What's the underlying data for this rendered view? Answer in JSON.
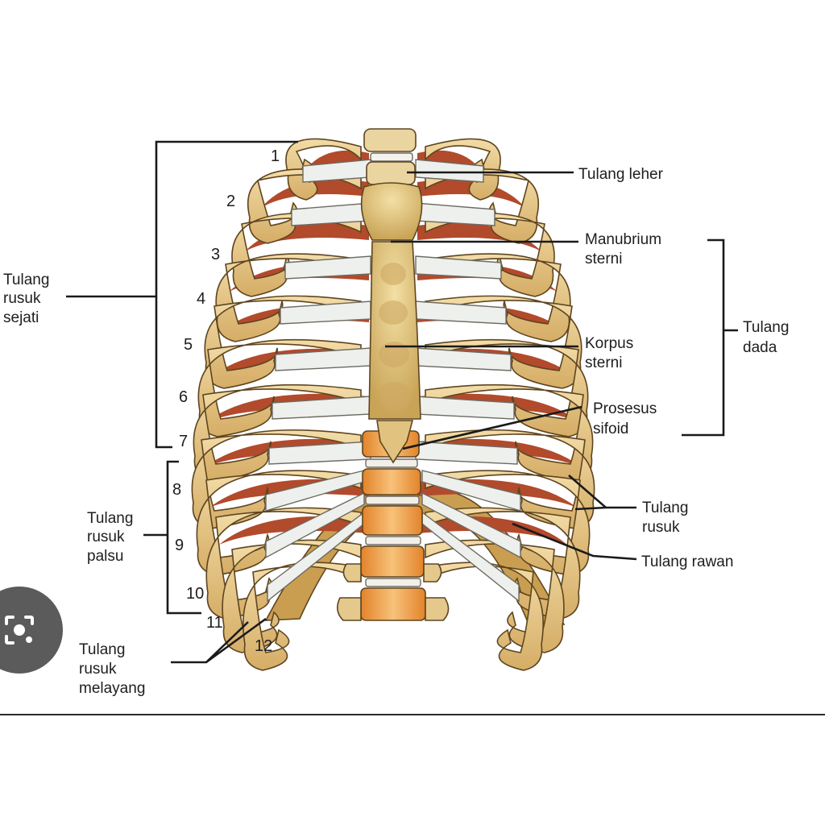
{
  "labels": {
    "tulang_leher": "Tulang leher",
    "manubrium": [
      "Manubrium",
      "sterni"
    ],
    "korpus": [
      "Korpus",
      "sterni"
    ],
    "prosesus": [
      "Prosesus",
      "sifoid"
    ],
    "tulang_dada": [
      "Tulang",
      "dada"
    ],
    "tulang_rusuk": [
      "Tulang",
      "rusuk"
    ],
    "tulang_rawan": "Tulang rawan",
    "rusuk_sejati": [
      "Tulang",
      "rusuk",
      "sejati"
    ],
    "rusuk_palsu": [
      "Tulang",
      "rusuk",
      "palsu"
    ],
    "rusuk_melayang": [
      "Tulang",
      "rusuk",
      "melayang"
    ]
  },
  "rib_numbers": [
    "1",
    "2",
    "3",
    "4",
    "5",
    "6",
    "7",
    "8",
    "9",
    "10",
    "11",
    "12"
  ],
  "colors": {
    "bone": "#e6c98d",
    "bone_shadow": "#c9a15c",
    "sternum": "#d9b96a",
    "cartilage": "#eef0ed",
    "intercostal_muscle": "#b24a2c",
    "vertebra": "#e08a2e",
    "lens_button": "#5b5b5b"
  },
  "icons": {
    "lens": "camera-lens-icon"
  }
}
